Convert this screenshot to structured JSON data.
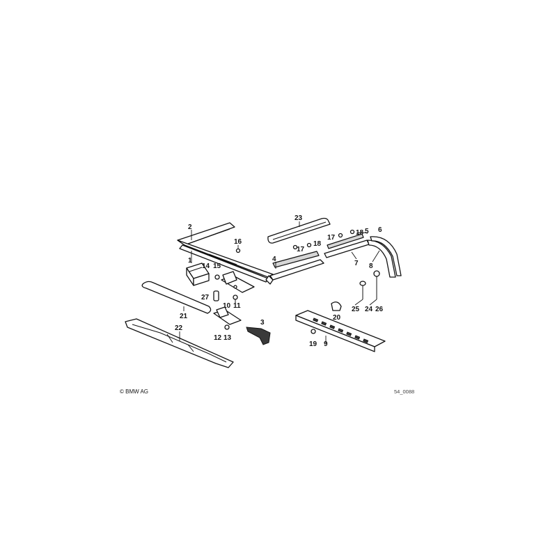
{
  "callouts": [
    "1",
    "2",
    "3",
    "4",
    "5",
    "6",
    "7",
    "8",
    "9",
    "10",
    "11",
    "12",
    "13",
    "14",
    "15",
    "16",
    "17",
    "17",
    "18",
    "18",
    "19",
    "20",
    "21",
    "22",
    "23",
    "24",
    "25",
    "26",
    "27"
  ],
  "copyright": "© BMW AG",
  "figure_ref": "54_0088"
}
